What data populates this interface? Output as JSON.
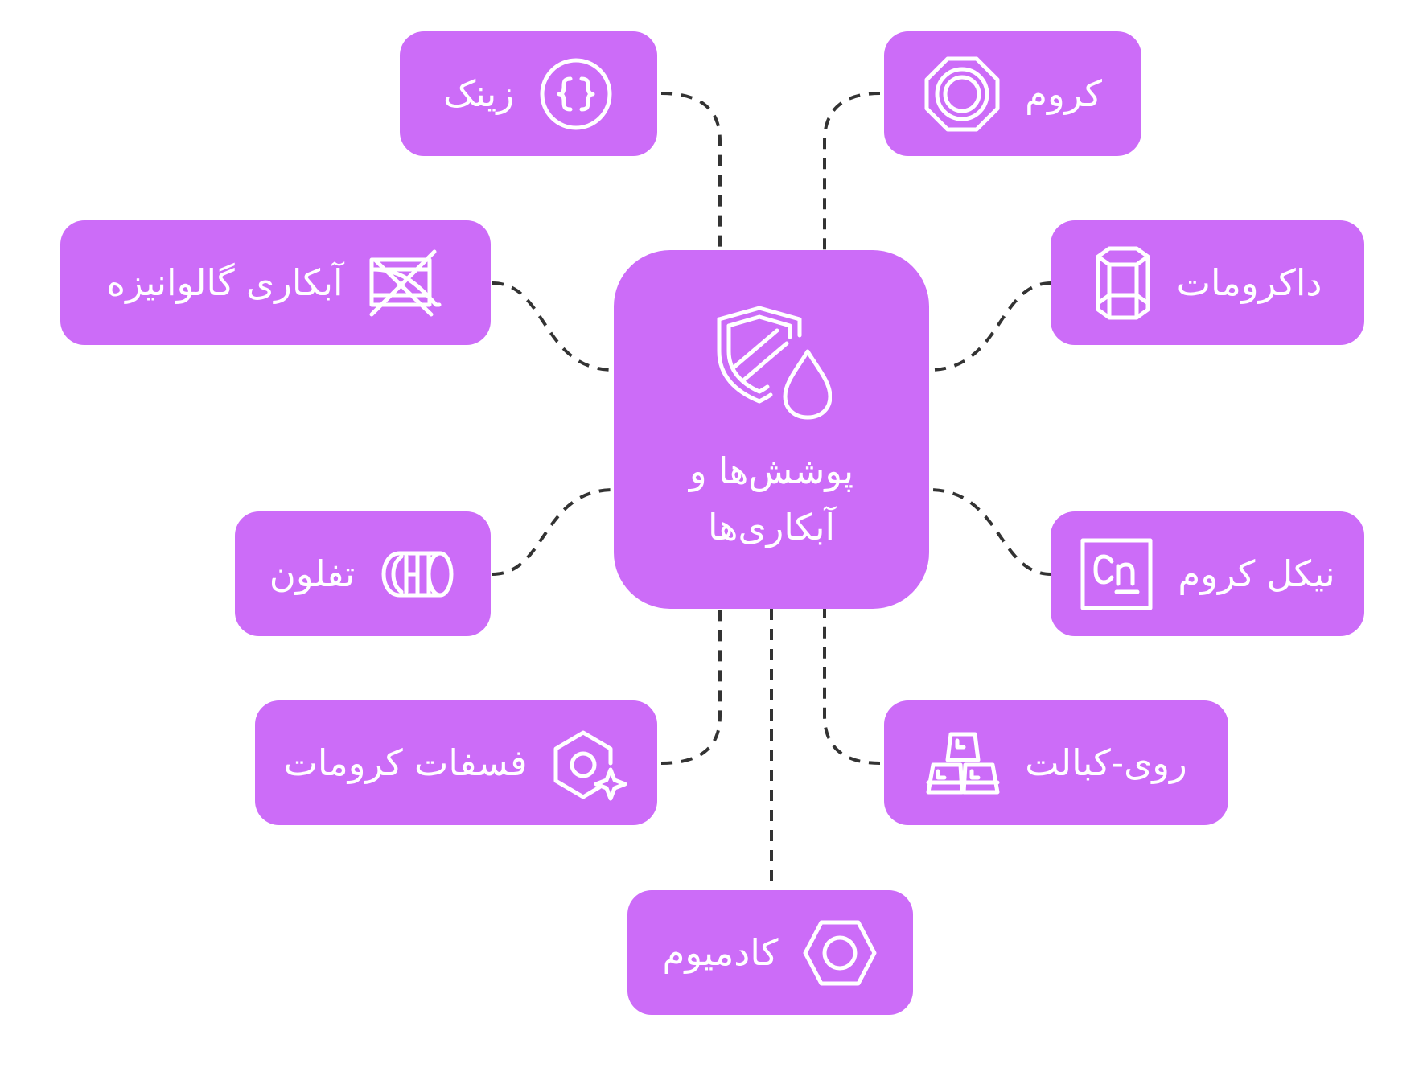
{
  "diagram": {
    "colors": {
      "node_fill": "#cc6cf8",
      "connector": "#333333",
      "text": "#ffffff"
    },
    "center": {
      "line1": "پوشش‌ها و",
      "line2": "آبکاری‌ها",
      "icon": "shield-drop-icon"
    },
    "nodes": {
      "zinc": {
        "label": "زینک",
        "icon": "braces-circle-icon"
      },
      "chrome": {
        "label": "کروم",
        "icon": "octagon-ring-icon"
      },
      "galvanized": {
        "label": "آبکاری گالوانیزه",
        "icon": "crossed-box-icon"
      },
      "dacromet": {
        "label": "داکرومات",
        "icon": "hexagonal-prism-icon"
      },
      "teflon": {
        "label": "تفلون",
        "icon": "roller-icon"
      },
      "nickel_chrome": {
        "label": "نیکل کروم",
        "icon": "cn-element-icon"
      },
      "chromate_phosphate": {
        "label": "فسفات کرومات",
        "icon": "hex-nut-sparkle-icon"
      },
      "zinc_cobalt": {
        "label": "روی-کبالت",
        "icon": "gold-bars-icon"
      },
      "cadmium": {
        "label": "کادمیوم",
        "icon": "hex-nut-icon"
      }
    }
  }
}
